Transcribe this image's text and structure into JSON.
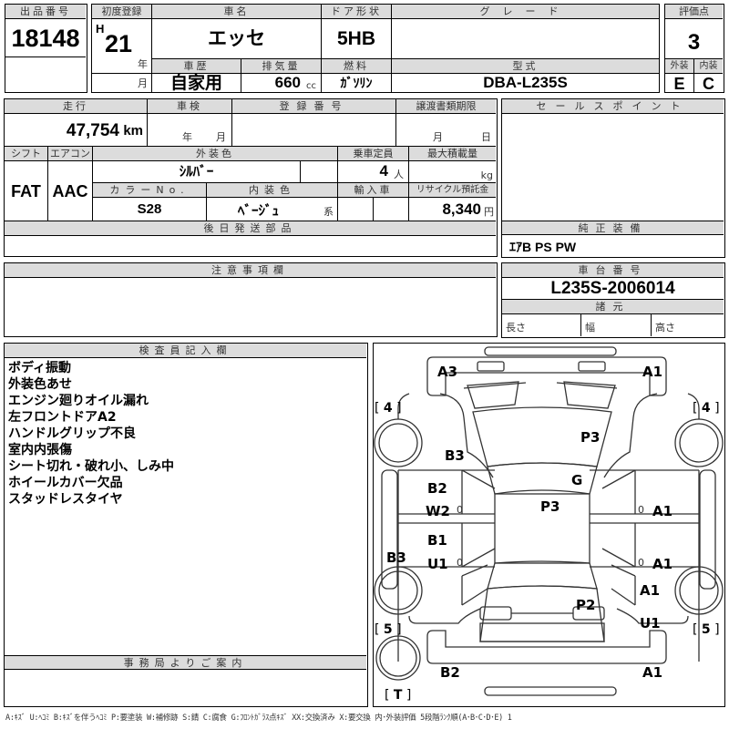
{
  "lot": {
    "label": "出品番号",
    "value": "18148"
  },
  "first_reg": {
    "label": "初度登録",
    "era": "H",
    "year": "21",
    "year_unit": "年",
    "month_unit": "月"
  },
  "car_name": {
    "label": "車名",
    "value": "エッセ"
  },
  "door": {
    "label": "ドア形状",
    "value": "5HB"
  },
  "grade": {
    "label": "グレード",
    "value": ""
  },
  "score": {
    "label": "評価点",
    "value": "3",
    "exterior_label": "外装",
    "interior_label": "内装",
    "exterior": "E",
    "interior": "C"
  },
  "history": {
    "label": "車歴",
    "value": "自家用"
  },
  "displacement": {
    "label": "排気量",
    "value": "660",
    "unit": "cc"
  },
  "fuel": {
    "label": "燃料",
    "value": "ｶﾞｿﾘﾝ"
  },
  "model_code": {
    "label": "型式",
    "value": "DBA-L235S"
  },
  "mileage": {
    "label": "走行",
    "value": "47,754",
    "unit": "km"
  },
  "inspection": {
    "label": "車検",
    "year_unit": "年",
    "month_unit": "月"
  },
  "reg_number": {
    "label": "登録番号",
    "value": ""
  },
  "transfer_deadline": {
    "label": "譲渡書類期限",
    "month_unit": "月",
    "day_unit": "日"
  },
  "shift": {
    "label": "シフト",
    "value": "FAT"
  },
  "aircon": {
    "label": "エアコン",
    "value": "AAC"
  },
  "ext_color": {
    "label": "外装色",
    "value": "ｼﾙﾊﾞｰ"
  },
  "capacity": {
    "label": "乗車定員",
    "value": "4",
    "unit": "人"
  },
  "max_load": {
    "label": "最大積載量",
    "unit": "kg"
  },
  "color_no": {
    "label": "カラーNo.",
    "value": "S28"
  },
  "int_color": {
    "label": "内装色",
    "value": "ﾍﾞｰｼﾞｭ",
    "suffix": "系"
  },
  "import": {
    "label": "輸入車"
  },
  "recycle": {
    "label": "リサイクル預託金",
    "value": "8,340",
    "unit": "円"
  },
  "later_parts": {
    "label": "後日発送部品"
  },
  "sales_point": {
    "label": "セールスポイント"
  },
  "equipment": {
    "label": "純正装備",
    "value": "ｴｱB PS PW"
  },
  "notes": {
    "label": "注意事項欄"
  },
  "chassis": {
    "label": "車台番号",
    "value": "L235S-2006014"
  },
  "specs": {
    "label": "諸元",
    "length": "長さ",
    "width": "幅",
    "height": "高さ"
  },
  "inspector": {
    "label": "検査員記入欄",
    "remarks": [
      "ボディ振動",
      "外装色あせ",
      "エンジン廻りオイル漏れ",
      "左フロントドアA2",
      "ハンドルグリップ不良",
      "室内内張傷",
      "シート切れ・破れ小、しみ中",
      "ホイールカバー欠品",
      "スタッドレスタイヤ"
    ]
  },
  "office": {
    "label": "事務局よりご案内"
  },
  "diagram": {
    "marks": {
      "front_left": "A3",
      "front_right": "A1",
      "hood": "P3",
      "left_fender": "B3",
      "windshield": "G",
      "roof": "P3",
      "left_front_door_1": "B2",
      "left_front_door_2": "W2",
      "left_rear_door_1": "B1",
      "left_rear_door_2": "U1",
      "left_sill": "B3",
      "right_front_door": "A1",
      "right_rear_door": "A1",
      "right_quarter_1": "A1",
      "right_quarter_2": "U1",
      "trunk": "P2",
      "rear_left": "B2",
      "rear_right": "A1"
    },
    "door_zero": "0",
    "tire_front_left": "4",
    "tire_front_right": "4",
    "tire_rear_left": "5",
    "tire_rear_right": "5",
    "spare": "T"
  },
  "legend": "A:ｷｽﾞ  U:ﾍｺﾐ  B:ｷｽﾞを伴うﾍｺﾐ  P:要塗装  W:補修跡  S:錆  C:腐食  G:ﾌﾛﾝﾄｶﾞﾗｽ点ｷｽﾞ  XX:交換済み  X:要交換   内･外装評価  5段階ﾗﾝｸ順(A･B･C･D･E) 1"
}
